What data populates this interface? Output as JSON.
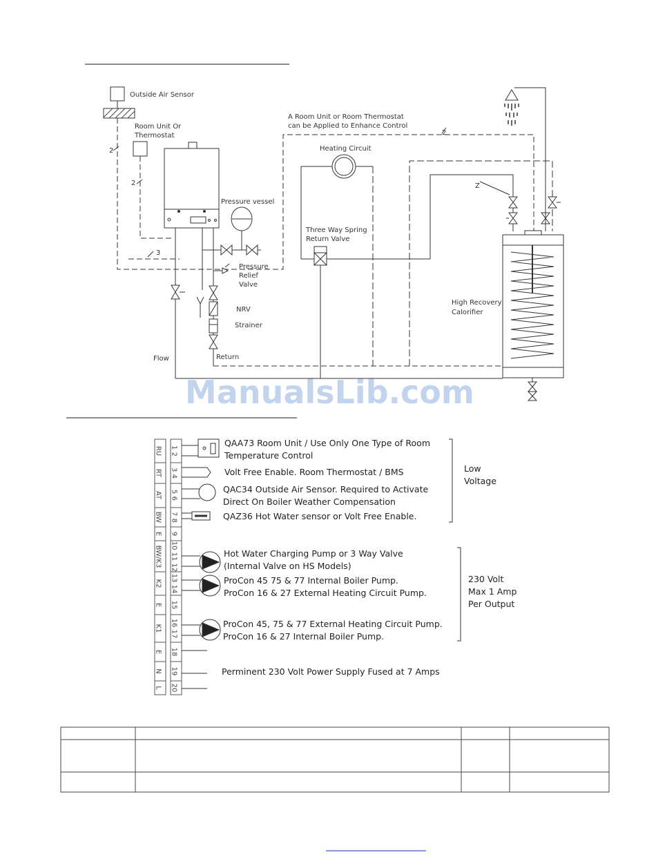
{
  "schematic": {
    "outside_air_sensor": "Outside Air Sensor",
    "room_unit": [
      "Room Unit Or",
      "Thermostat"
    ],
    "room_note": [
      "A Room Unit or Room Thermostat",
      "can be Applied to Enhance Control"
    ],
    "heating_circuit": "Heating Circuit",
    "pressure_vessel": "Pressure vessel",
    "three_way": [
      "Three Way Spring",
      "Return Valve"
    ],
    "pressure_relief": [
      "Pressure",
      "Relief",
      "Valve"
    ],
    "nrv": "NRV",
    "strainer": "Strainer",
    "flow": "Flow",
    "return": "Return",
    "calorifier": [
      "High Recovery",
      "Calorifier"
    ],
    "wire_2a": "2",
    "wire_2b": "2",
    "wire_2c": "2",
    "wire_3": "3",
    "wire_z": "Z"
  },
  "watermark": "ManualsLib.com",
  "wiring": {
    "group_labels": [
      {
        "code": "RU",
        "terminals": "1 2"
      },
      {
        "code": "RT",
        "terminals": "3 4"
      },
      {
        "code": "AT",
        "terminals": "5 6"
      },
      {
        "code": "BW",
        "terminals": "7 8"
      },
      {
        "code": "E",
        "terminals": "9"
      },
      {
        "code": "BW/K3",
        "terminals": "10 11 12"
      },
      {
        "code": "K2",
        "terminals": "13 14"
      },
      {
        "code": "E",
        "terminals": "15"
      },
      {
        "code": "K1",
        "terminals": "16 17"
      },
      {
        "code": "E",
        "terminals": "18"
      },
      {
        "code": "N",
        "terminals": "19"
      },
      {
        "code": "L",
        "terminals": "20"
      }
    ],
    "qaa73": [
      "QAA73 Room Unit / Use Only One Type of Room",
      "Temperature Control"
    ],
    "volt_free": "Volt Free Enable. Room Thermostat / BMS",
    "qac34": [
      "QAC34 Outside Air Sensor. Required to Activate",
      "Direct On Boiler Weather Compensation"
    ],
    "qaz36": "QAZ36 Hot Water sensor or Volt Free  Enable.",
    "hw_pump": [
      "Hot Water Charging Pump or 3 Way Valve",
      "(Internal Valve on HS Models)"
    ],
    "k2_pump": [
      "ProCon 45 75 & 77 Internal Boiler Pump.",
      "ProCon 16 & 27 External Heating Circuit Pump."
    ],
    "k1_pump": [
      "ProCon 45, 75 &  77 External Heating Circuit Pump.",
      "ProCon 16 & 27 Internal Boiler Pump."
    ],
    "supply": "Perminent 230 Volt Power Supply Fused at 7 Amps",
    "low_voltage": [
      "Low",
      "Voltage"
    ],
    "high_voltage": [
      "230 Volt",
      "Max 1 Amp",
      "Per Output"
    ]
  },
  "table": {
    "rows": [
      [
        "",
        "",
        "",
        ""
      ],
      [
        "",
        "",
        "",
        ""
      ],
      [
        "",
        "",
        "",
        ""
      ]
    ]
  }
}
